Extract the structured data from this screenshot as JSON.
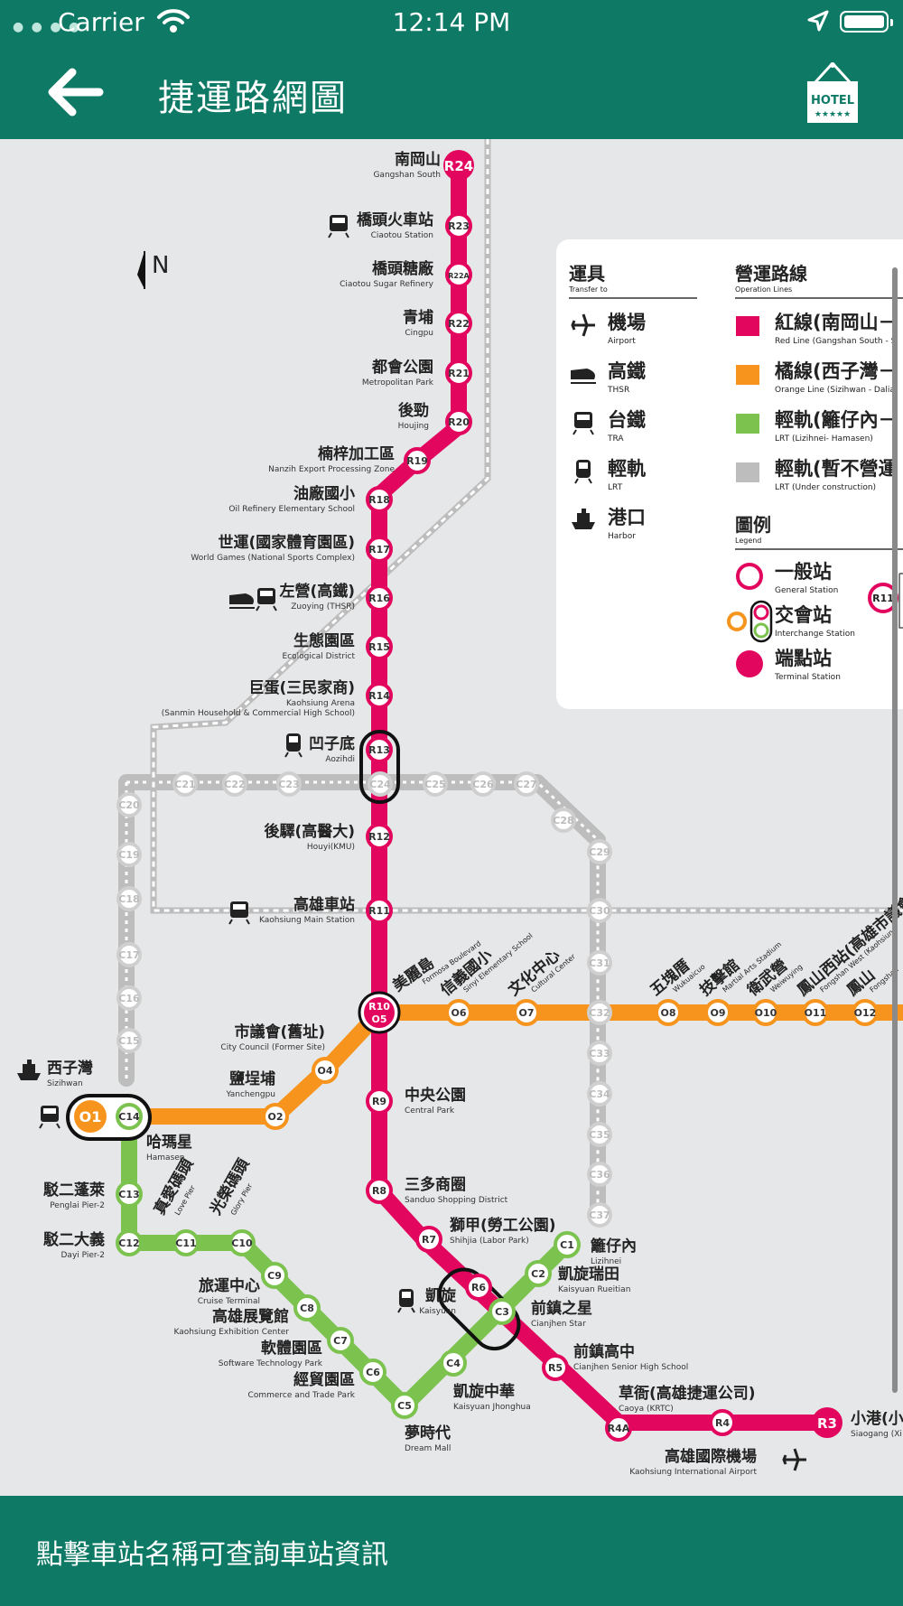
{
  "status": {
    "carrier": "Carrier",
    "time": "12:14 PM"
  },
  "nav": {
    "title": "捷運路網圖",
    "hotel_label": "HOTEL",
    "hotel_stars": "★★★★★"
  },
  "footer": {
    "hint": "點擊車站名稱可查詢車站資訊"
  },
  "colors": {
    "bar": "#0e7a66",
    "red": "#e2065e",
    "orange": "#f7941d",
    "green": "#7cc24e",
    "grey": "#bdbdbd"
  },
  "compass": "N",
  "legend": {
    "transfer_title": "運具",
    "transfer_sub": "Transfer to",
    "lines_title": "營運路線",
    "lines_sub": "Operation Lines",
    "transfers": [
      {
        "zh": "機場",
        "en": "Airport"
      },
      {
        "zh": "高鐵",
        "en": "THSR"
      },
      {
        "zh": "台鐵",
        "en": "TRA"
      },
      {
        "zh": "輕軌",
        "en": "LRT"
      },
      {
        "zh": "港口",
        "en": "Harbor"
      }
    ],
    "lines": [
      {
        "zh": "紅線(南岡山－",
        "en": "Red Line (Gangshan South - S"
      },
      {
        "zh": "橘線(西子灣－",
        "en": "Orange Line (Sizihwan - Dalia"
      },
      {
        "zh": "輕軌(籬仔內－",
        "en": "LRT (Lizihnei- Hamasen)"
      },
      {
        "zh": "輕軌(暫不營運",
        "en": "LRT (Under construction)"
      }
    ],
    "legend_title": "圖例",
    "legend_sub": "Legend",
    "symbols": [
      {
        "zh": "一般站",
        "en": "General Station"
      },
      {
        "zh": "交會站",
        "en": "Interchange Station"
      },
      {
        "zh": "端點站",
        "en": "Terminal Station"
      }
    ],
    "sample_code": "R11"
  },
  "red_stations": [
    {
      "code": "R24",
      "zh": "南岡山",
      "en": "Gangshan South"
    },
    {
      "code": "R23",
      "zh": "橋頭火車站",
      "en": "Ciaotou Station"
    },
    {
      "code": "R22A",
      "zh": "橋頭糖廠",
      "en": "Ciaotou Sugar Refinery"
    },
    {
      "code": "R22",
      "zh": "青埔",
      "en": "Cingpu"
    },
    {
      "code": "R21",
      "zh": "都會公園",
      "en": "Metropolitan Park"
    },
    {
      "code": "R20",
      "zh": "後勁",
      "en": "Houjing"
    },
    {
      "code": "R19",
      "zh": "楠梓加工區",
      "en": "Nanzih Export Processing Zone"
    },
    {
      "code": "R18",
      "zh": "油廠國小",
      "en": "Oil Refinery Elementary School"
    },
    {
      "code": "R17",
      "zh": "世運(國家體育園區)",
      "en": "World Games (National Sports Complex)"
    },
    {
      "code": "R16",
      "zh": "左營(高鐵)",
      "en": "Zuoying (THSR)"
    },
    {
      "code": "R15",
      "zh": "生態園區",
      "en": "Ecological District"
    },
    {
      "code": "R14",
      "zh": "巨蛋(三民家商)",
      "en": "Kaohsiung Arena",
      "en2": "(Sanmin Household & Commercial High School)"
    },
    {
      "code": "R13",
      "zh": "凹子底",
      "en": "Aozihdi"
    },
    {
      "code": "R12",
      "zh": "後驛(高醫大)",
      "en": "Houyi(KMU)"
    },
    {
      "code": "R11",
      "zh": "高雄車站",
      "en": "Kaohsiung Main Station"
    },
    {
      "code": "R9",
      "zh": "中央公園",
      "en": "Central Park"
    },
    {
      "code": "R8",
      "zh": "三多商圈",
      "en": "Sanduo Shopping District"
    },
    {
      "code": "R7",
      "zh": "獅甲(勞工公園)",
      "en": "Shihjia (Labor Park)"
    },
    {
      "code": "R6",
      "zh": "凱旋",
      "en": "Kaisyuan"
    },
    {
      "code": "R5",
      "zh": "前鎮高中",
      "en": "Cianjhen Senior High School"
    },
    {
      "code": "R4A",
      "zh": "草衙(高雄捷運公司)",
      "en": "Caoya (KRTC)"
    },
    {
      "code": "R4",
      "zh": "高雄國際機場",
      "en": "Kaohsiung International Airport"
    },
    {
      "code": "R3",
      "zh": "小港(小",
      "en": "Siaogang (Xi"
    }
  ],
  "interchange_r10": {
    "code1": "R10",
    "code2": "O5",
    "zh": "美麗島",
    "en": "Formosa Boulevard"
  },
  "orange_stations": [
    {
      "code": "O1",
      "zh": "西子灣",
      "en": "Sizihwan"
    },
    {
      "code": "O2",
      "zh": "鹽埕埔",
      "en": "Yanchengpu"
    },
    {
      "code": "O4",
      "zh": "市議會(舊址)",
      "en": "City Council (Former Site)"
    },
    {
      "code": "O6",
      "zh": "信義國小",
      "en": "Sinyi Elementary School"
    },
    {
      "code": "O7",
      "zh": "文化中心",
      "en": "Cultural Center"
    },
    {
      "code": "O8",
      "zh": "五塊厝",
      "en": "Wukuaicuo"
    },
    {
      "code": "O9",
      "zh": "技擊館",
      "en": "Martial Arts Stadium"
    },
    {
      "code": "O10",
      "zh": "衛武營",
      "en": "Weiwuying"
    },
    {
      "code": "O11",
      "zh": "鳳山西站(高雄市議會)",
      "en": "Fongshan West (Kaohsiung"
    },
    {
      "code": "O12",
      "zh": "鳳山",
      "en": "Fongshan"
    }
  ],
  "lrt_stations": [
    {
      "code": "C1",
      "zh": "籬仔內",
      "en": "Lizihnei"
    },
    {
      "code": "C2",
      "zh": "凱旋瑞田",
      "en": "Kaisyuan Rueitian"
    },
    {
      "code": "C3",
      "zh": "前鎮之星",
      "en": "Cianjhen Star"
    },
    {
      "code": "C4",
      "zh": "凱旋中華",
      "en": "Kaisyuan Jhonghua"
    },
    {
      "code": "C5",
      "zh": "夢時代",
      "en": "Dream Mall"
    },
    {
      "code": "C6",
      "zh": "經貿園區",
      "en": "Commerce and Trade Park"
    },
    {
      "code": "C7",
      "zh": "軟體園區",
      "en": "Software Technology Park"
    },
    {
      "code": "C8",
      "zh": "高雄展覽館",
      "en": "Kaohsiung Exhibition Center"
    },
    {
      "code": "C9",
      "zh": "旅運中心",
      "en": "Cruise Terminal"
    },
    {
      "code": "C10",
      "zh": "光榮碼頭",
      "en": "Glory Pier"
    },
    {
      "code": "C11",
      "zh": "真愛碼頭",
      "en": "Love Pier"
    },
    {
      "code": "C12",
      "zh": "駁二大義",
      "en": "Dayi Pier-2"
    },
    {
      "code": "C13",
      "zh": "駁二蓬萊",
      "en": "Penglai Pier-2"
    },
    {
      "code": "C14",
      "zh": "哈瑪星",
      "en": "Hamasen"
    }
  ],
  "lrt_future_codes": [
    "C15",
    "C16",
    "C17",
    "C18",
    "C19",
    "C20",
    "C21",
    "C22",
    "C23",
    "C24",
    "C25",
    "C26",
    "C27",
    "C28",
    "C29",
    "C30",
    "C31",
    "C32",
    "C33",
    "C34",
    "C35",
    "C36",
    "C37"
  ]
}
